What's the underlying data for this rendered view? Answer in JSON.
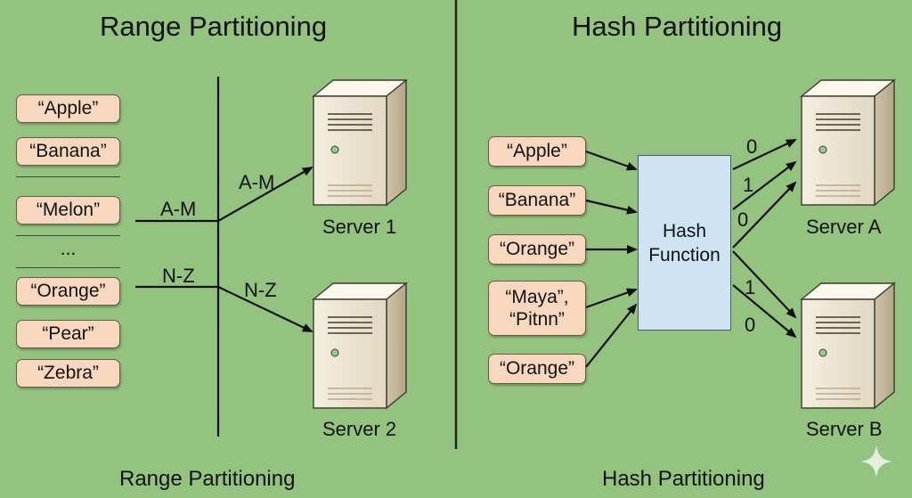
{
  "range": {
    "title": "Range Partitioning",
    "caption": "Range Partitioning",
    "keys": [
      "“Apple”",
      "“Banana”",
      "“Melon”",
      "...",
      "“Orange”",
      "“Pear”",
      "“Zebra”"
    ],
    "left_labels": [
      "A-M",
      "N-Z"
    ],
    "arrow_labels": [
      "A-M",
      "N-Z"
    ],
    "servers": [
      "Server 1",
      "Server 2"
    ]
  },
  "hash": {
    "title": "Hash Partitioning",
    "caption": "Hash Partitioning",
    "keys": [
      "“Apple”",
      "“Banana”",
      "“Orange”",
      "“Maya”,",
      "“Pitnn”",
      "“Orange”"
    ],
    "function_label_1": "Hash",
    "function_label_2": "Function",
    "bit_labels": [
      "0",
      "1",
      "0",
      "1",
      "0"
    ],
    "servers": [
      "Server A",
      "Server B"
    ]
  }
}
